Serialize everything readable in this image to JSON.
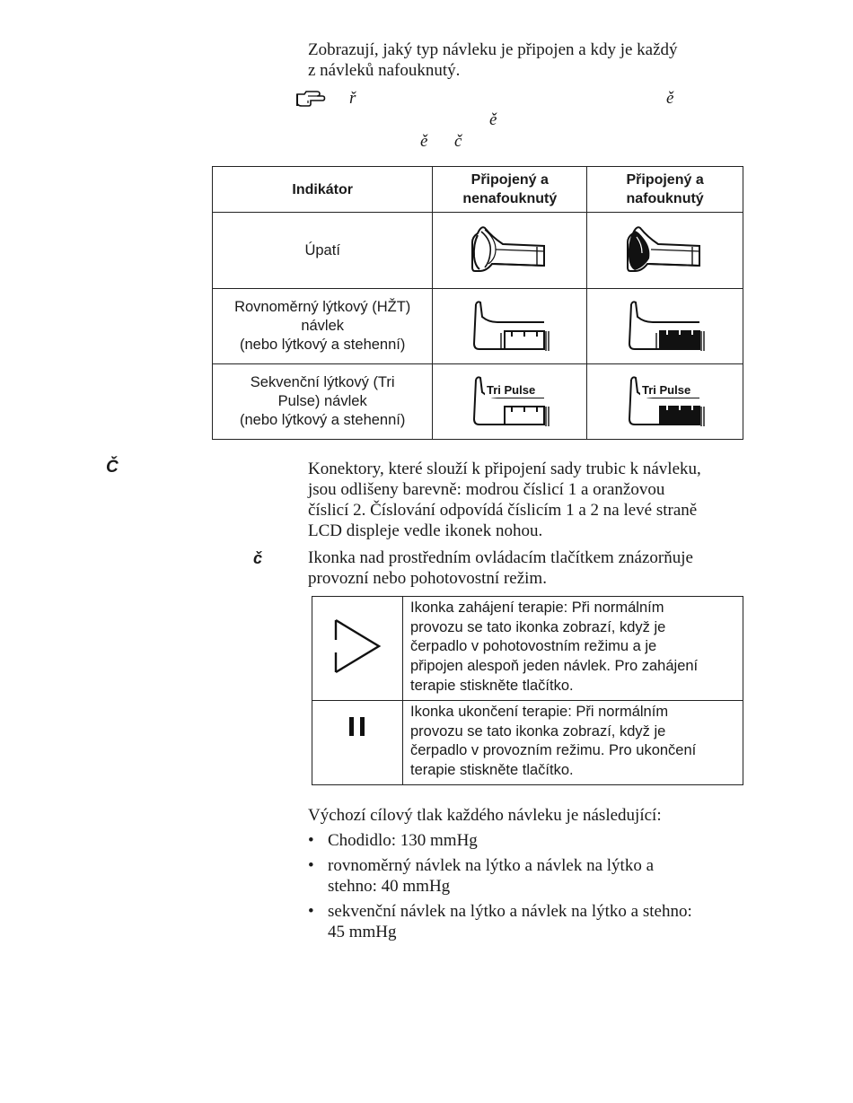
{
  "intro": {
    "line1": "Zobrazují, jaký typ návleku je připojen a kdy je každý",
    "line2": "z návleků nafouknutý."
  },
  "note": {
    "icon": "pointing-hand-icon",
    "char1": "ř",
    "char2": "ě",
    "char3": "ě",
    "char4": "ě",
    "char5": "č"
  },
  "indicator_table": {
    "headers": [
      "Indikátor",
      "Připojený a nenafouknutý",
      "Připojený a nafouknutý"
    ],
    "rows": [
      {
        "label": "Úpatí",
        "type": "foot"
      },
      {
        "label_lines": [
          "Rovnoměrný lýtkový (HŽT)",
          "návlek",
          "(nebo lýtkový a stehenní)"
        ],
        "type": "calf"
      },
      {
        "label_lines": [
          "Sekvenční lýtkový (Tri",
          "Pulse) návlek",
          "(nebo lýtkový a stehenní)"
        ],
        "type": "tripulse",
        "image_text": "Tri Pulse"
      }
    ]
  },
  "margin_marks": {
    "connectors": "Č",
    "icon": "č"
  },
  "connectors_text": [
    "Konektory, které slouží k připojení sady trubic k návleku,",
    "jsou odlišeny barevně: modrou číslicí 1 a oranžovou",
    "číslicí 2. Číslování odpovídá číslicím 1 a 2 na levé straně",
    "LCD displeje vedle ikonek nohou."
  ],
  "icon_text": [
    "Ikonka nad prostředním ovládacím tlačítkem znázorňuje",
    "provozní nebo pohotovostní režim."
  ],
  "icon_table": [
    {
      "icon": "play-icon",
      "lines": [
        "Ikonka zahájení terapie: Při normálním",
        "provozu se tato ikonka zobrazí, když je",
        "čerpadlo v pohotovostním režimu a je",
        "připojen alespoň jeden návlek. Pro zahájení",
        "terapie stiskněte tlačítko."
      ]
    },
    {
      "icon": "pause-icon",
      "lines": [
        "Ikonka ukončení terapie: Při normálním",
        "provozu se tato ikonka zobrazí, když je",
        "čerpadlo v provozním režimu. Pro ukončení",
        "terapie stiskněte tlačítko."
      ]
    }
  ],
  "pressure": {
    "intro": "Výchozí cílový tlak každého návleku je následující:",
    "items": [
      [
        "Chodidlo: 130 mmHg"
      ],
      [
        "rovnoměrný návlek na lýtko a návlek na lýtko a",
        "stehno: 40 mmHg"
      ],
      [
        "sekvenční návlek na lýtko a návlek na lýtko a stehno:",
        "45 mmHg"
      ]
    ]
  }
}
